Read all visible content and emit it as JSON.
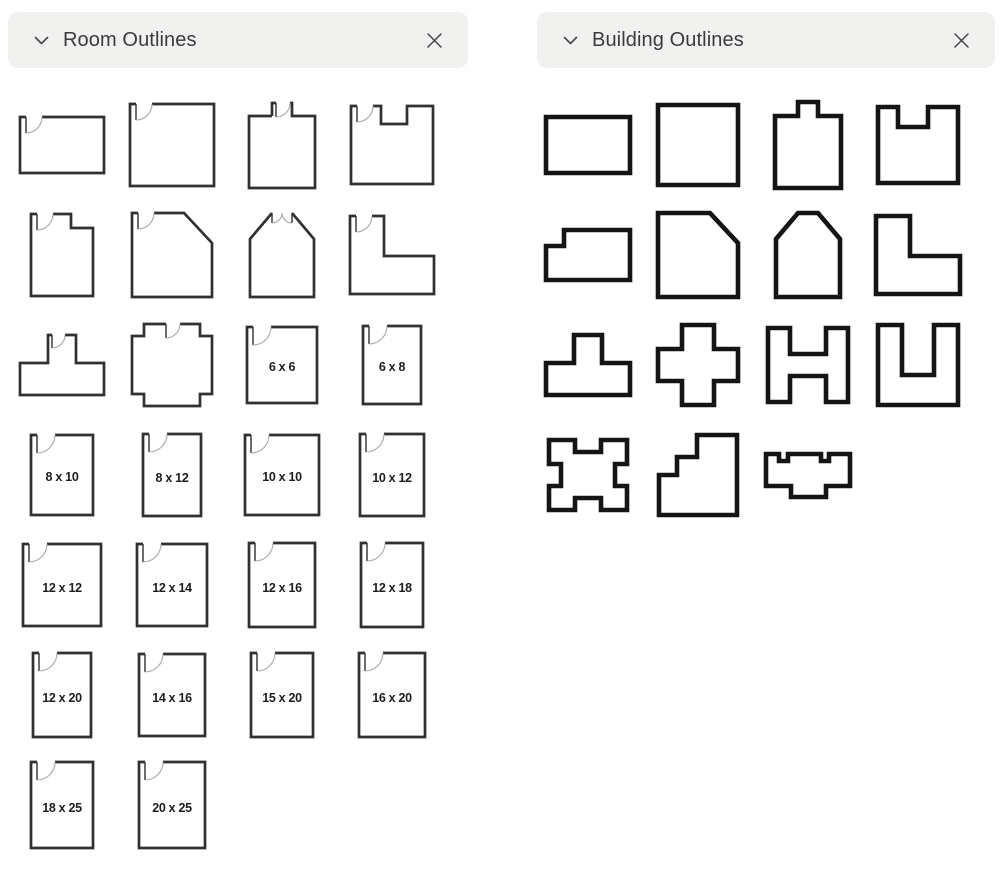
{
  "panels": [
    {
      "title": "Room Outlines",
      "header_icons": {
        "collapse": "chevron-down",
        "close": "x"
      },
      "shapes": [
        {
          "name": "room-rectangle",
          "label": ""
        },
        {
          "name": "room-square",
          "label": ""
        },
        {
          "name": "room-top-door",
          "label": ""
        },
        {
          "name": "room-top-notch",
          "label": ""
        },
        {
          "name": "room-corner-step",
          "label": ""
        },
        {
          "name": "room-corner-chamfer",
          "label": ""
        },
        {
          "name": "room-gable",
          "label": ""
        },
        {
          "name": "room-l-shape",
          "label": ""
        },
        {
          "name": "room-t-shape",
          "label": ""
        },
        {
          "name": "room-cross",
          "label": ""
        },
        {
          "name": "room-6x6",
          "label": "6 x 6"
        },
        {
          "name": "room-6x8",
          "label": "6 x 8"
        },
        {
          "name": "room-8x10",
          "label": "8 x 10"
        },
        {
          "name": "room-8x12",
          "label": "8 x 12"
        },
        {
          "name": "room-10x10",
          "label": "10 x 10"
        },
        {
          "name": "room-10x12",
          "label": "10 x 12"
        },
        {
          "name": "room-12x12",
          "label": "12 x 12"
        },
        {
          "name": "room-12x14",
          "label": "12 x 14"
        },
        {
          "name": "room-12x16",
          "label": "12 x 16"
        },
        {
          "name": "room-12x18",
          "label": "12 x 18"
        },
        {
          "name": "room-12x20",
          "label": "12 x 20"
        },
        {
          "name": "room-14x16",
          "label": "14 x 16"
        },
        {
          "name": "room-15x20",
          "label": "15 x 20"
        },
        {
          "name": "room-16x20",
          "label": "16 x 20"
        },
        {
          "name": "room-18x25",
          "label": "18 x 25"
        },
        {
          "name": "room-20x25",
          "label": "20 x 25"
        }
      ]
    },
    {
      "title": "Building Outlines",
      "header_icons": {
        "collapse": "chevron-down",
        "close": "x"
      },
      "shapes": [
        {
          "name": "building-rectangle",
          "label": ""
        },
        {
          "name": "building-square",
          "label": ""
        },
        {
          "name": "building-top-bump",
          "label": ""
        },
        {
          "name": "building-top-notch",
          "label": ""
        },
        {
          "name": "building-step",
          "label": ""
        },
        {
          "name": "building-corner-chamfer",
          "label": ""
        },
        {
          "name": "building-gable",
          "label": ""
        },
        {
          "name": "building-l-shape",
          "label": ""
        },
        {
          "name": "building-t-shape",
          "label": ""
        },
        {
          "name": "building-cross",
          "label": ""
        },
        {
          "name": "building-h-shape",
          "label": ""
        },
        {
          "name": "building-u-shape",
          "label": ""
        },
        {
          "name": "building-x-shape",
          "label": ""
        },
        {
          "name": "building-stairs",
          "label": ""
        },
        {
          "name": "building-complex",
          "label": ""
        }
      ]
    }
  ],
  "colors": {
    "background": "#ffffff",
    "header_bg": "#f1f1f0",
    "header_text": "#3b3b3b",
    "header_icon": "#4a4a4a",
    "room_outline": "#313131",
    "building_outline": "#151515",
    "door_arc": "#a8a8a8",
    "size_label": "#1d1d1d"
  }
}
